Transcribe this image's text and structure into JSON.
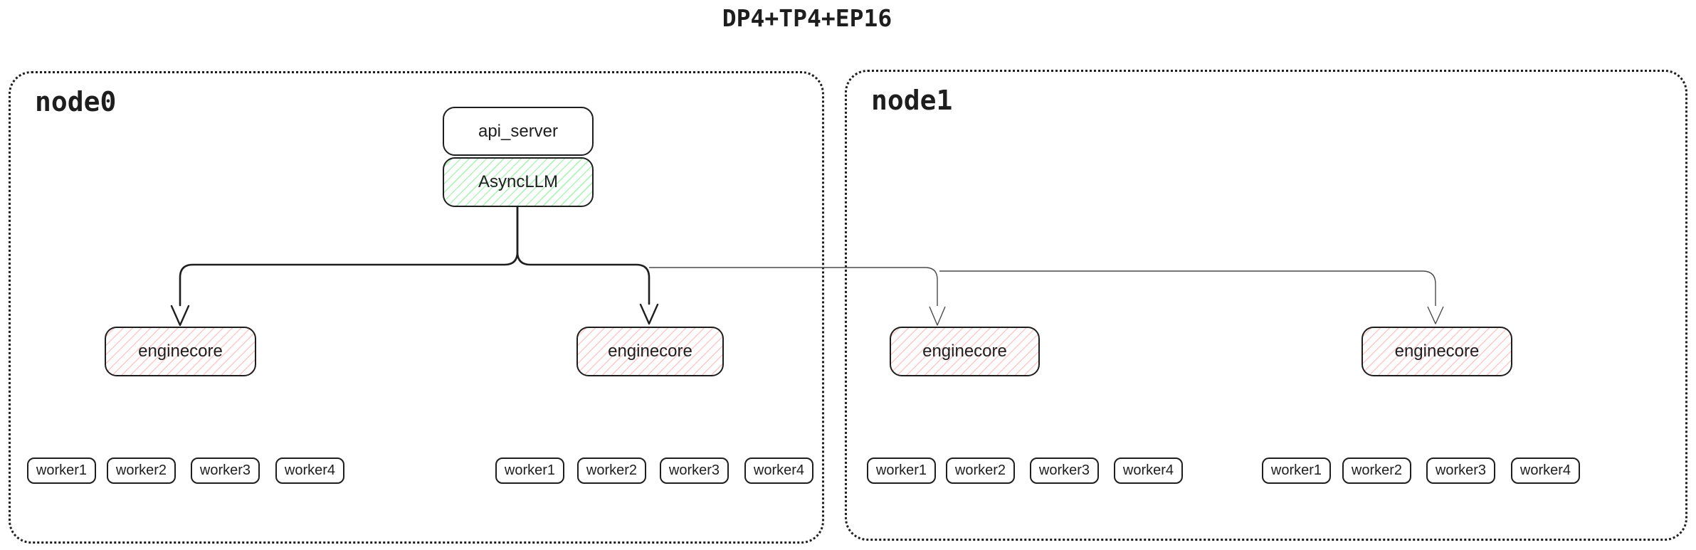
{
  "title": "DP4+TP4+EP16",
  "colors": {
    "ink": "#1e1e1e",
    "green_hatch": "#b2f2bb",
    "red_hatch": "#ffc9c9",
    "thin_connector": "#4a4a4a",
    "background": "#ffffff"
  },
  "nodes": [
    {
      "label": "node0",
      "api_server": {
        "label": "api_server"
      },
      "async_llm": {
        "label": "AsyncLLM"
      },
      "enginecores": [
        {
          "label": "enginecore",
          "workers": [
            "worker1",
            "worker2",
            "worker3",
            "worker4"
          ]
        },
        {
          "label": "enginecore",
          "workers": [
            "worker1",
            "worker2",
            "worker3",
            "worker4"
          ]
        }
      ]
    },
    {
      "label": "node1",
      "enginecores": [
        {
          "label": "enginecore",
          "workers": [
            "worker1",
            "worker2",
            "worker3",
            "worker4"
          ]
        },
        {
          "label": "enginecore",
          "workers": [
            "worker1",
            "worker2",
            "worker3",
            "worker4"
          ]
        }
      ]
    }
  ]
}
